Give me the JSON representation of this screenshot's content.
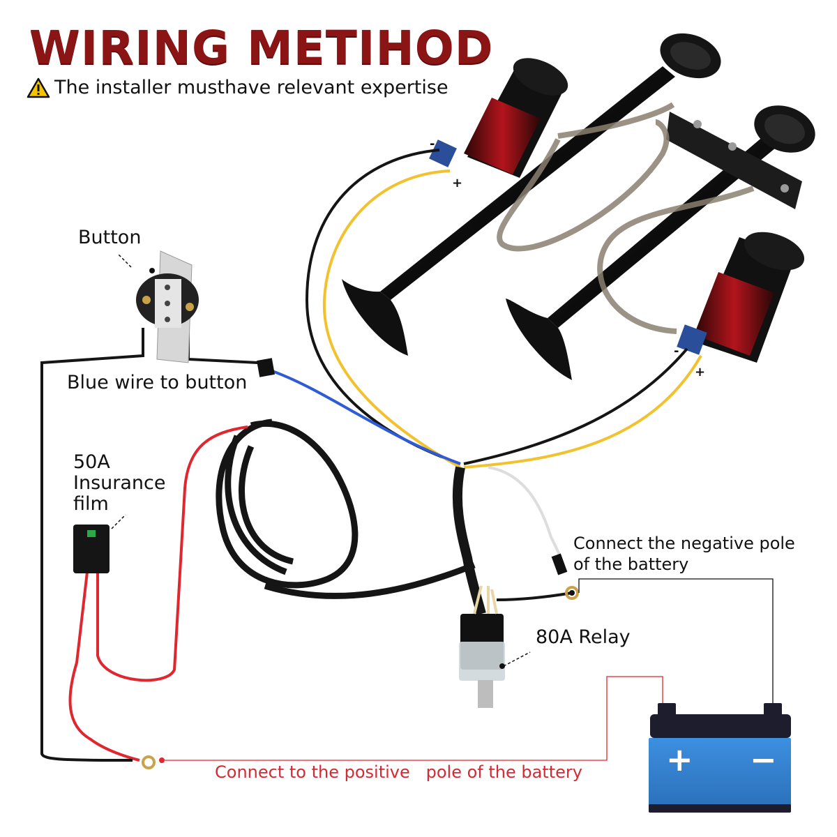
{
  "header": {
    "title": "WIRING METIHOD",
    "warning_text": "The installer musthave relevant expertise"
  },
  "labels": {
    "button": "Button",
    "blue_wire": "Blue wire to button",
    "fuse": "50A\nInsurance\nfilm",
    "negative": "Connect the negative pole\nof the battery",
    "relay": "80A Relay",
    "positive": "Connect to the positive   pole of the battery"
  },
  "polarity": {
    "minus": "-",
    "plus": "+"
  },
  "battery": {
    "plus_symbol": "+",
    "minus_symbol": "−"
  },
  "icons": [
    "warning-icon",
    "push-button-switch",
    "air-compressor",
    "trumpet-horn",
    "fuse-holder",
    "relay",
    "battery",
    "ring-terminal"
  ],
  "colors": {
    "title": "#8b1414",
    "warning_fill": "#f5c400",
    "wire_red": "#e0262e",
    "wire_black": "#151515",
    "wire_yellow": "#f2c12e",
    "wire_blue": "#2f5bd6",
    "battery_body": "#2f7fd0",
    "positive_text": "#d42a34"
  }
}
